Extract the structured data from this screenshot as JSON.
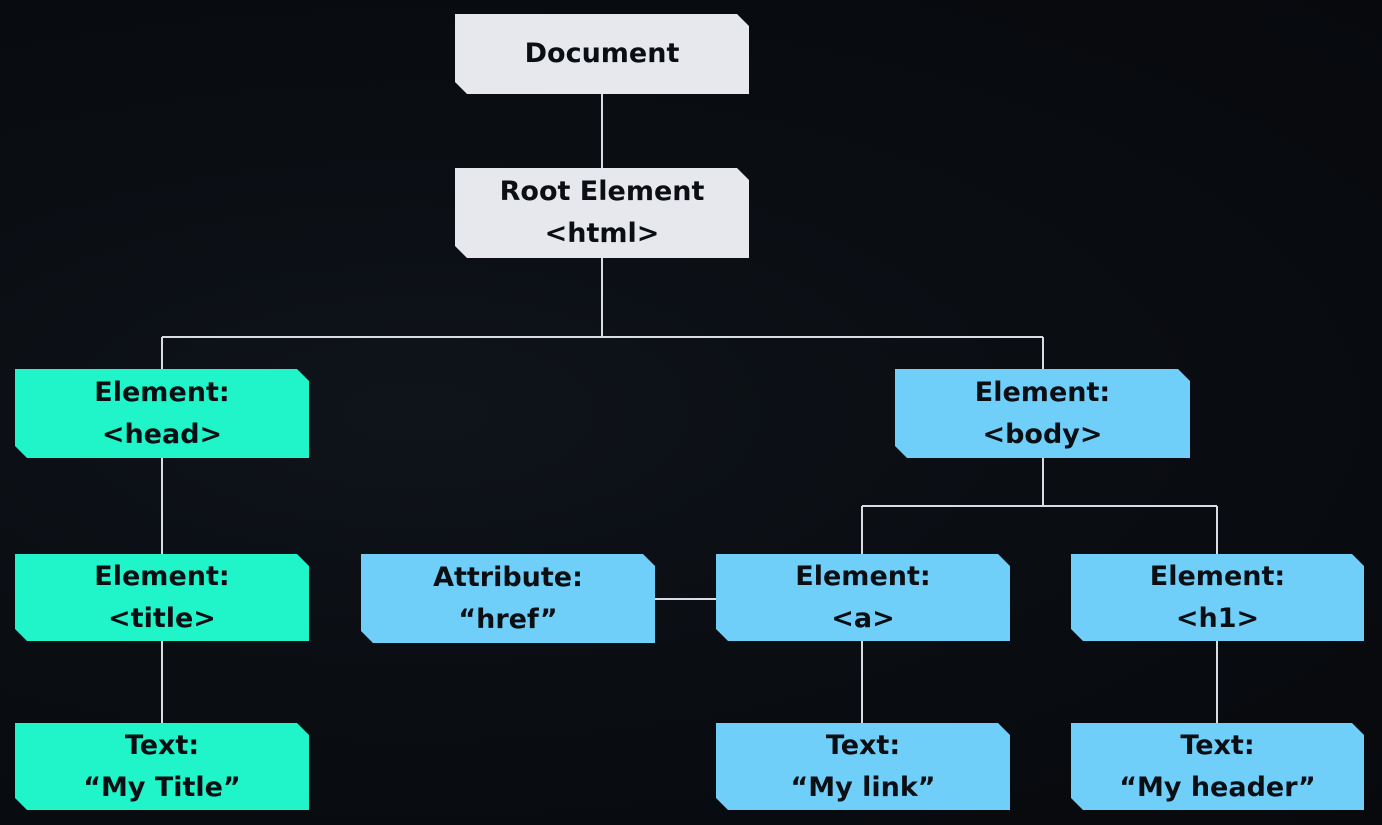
{
  "nodes": {
    "document": {
      "line1": "Document"
    },
    "root": {
      "line1": "Root Element",
      "line2": "<html>"
    },
    "head": {
      "line1": "Element:",
      "line2": "<head>"
    },
    "body": {
      "line1": "Element:",
      "line2": "<body>"
    },
    "title": {
      "line1": "Element:",
      "line2": "<title>"
    },
    "attr": {
      "line1": "Attribute:",
      "line2": "“href”"
    },
    "a": {
      "line1": "Element:",
      "line2": "<a>"
    },
    "h1": {
      "line1": "Element:",
      "line2": "<h1>"
    },
    "text_title": {
      "line1": "Text:",
      "line2": "“My Title”"
    },
    "text_link": {
      "line1": "Text:",
      "line2": "“My link”"
    },
    "text_header": {
      "line1": "Text:",
      "line2": "“My header”"
    }
  },
  "colors": {
    "background": "#0a0d12",
    "document_node": "#e6e8ee",
    "head_branch": "#1ff5c9",
    "body_branch": "#6fcff9",
    "connector": "#d9dde3"
  }
}
